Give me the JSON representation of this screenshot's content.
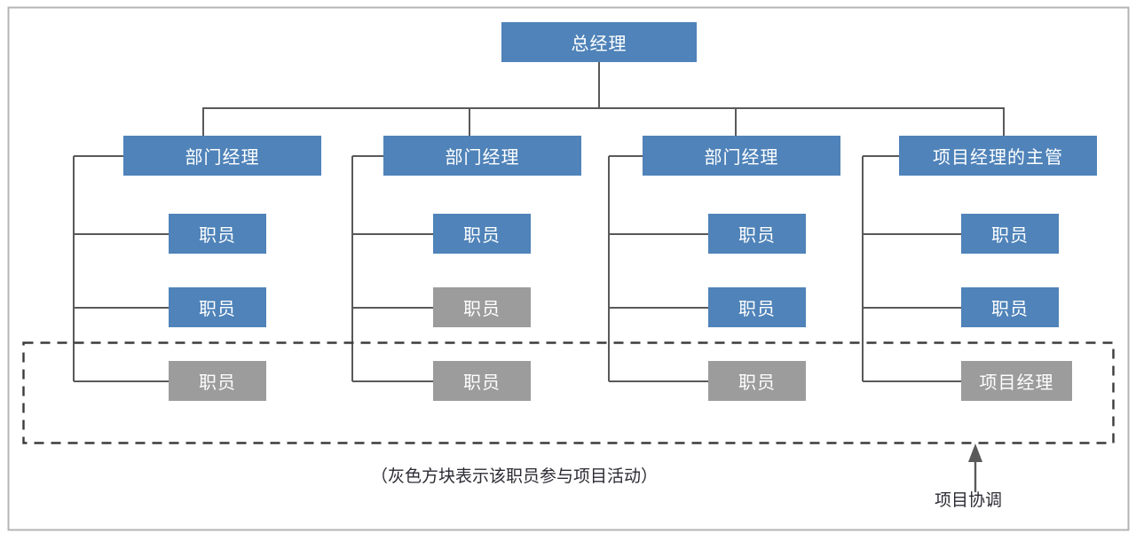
{
  "diagram": {
    "title_node": {
      "label": "总经理",
      "fill": "blue"
    },
    "colors": {
      "blue": "#4f83b9",
      "gray": "#9c9c9c",
      "line": "#595959",
      "frame": "#b4b4b4",
      "dashed": "#3b3b3b",
      "text": "#ffffff",
      "caption_text": "#2b2b33"
    },
    "columns": [
      {
        "manager": {
          "label": "部门经理",
          "fill": "blue"
        },
        "reports": [
          {
            "label": "职员",
            "fill": "blue"
          },
          {
            "label": "职员",
            "fill": "blue"
          },
          {
            "label": "职员",
            "fill": "gray"
          }
        ]
      },
      {
        "manager": {
          "label": "部门经理",
          "fill": "blue"
        },
        "reports": [
          {
            "label": "职员",
            "fill": "blue"
          },
          {
            "label": "职员",
            "fill": "gray"
          },
          {
            "label": "职员",
            "fill": "gray"
          }
        ]
      },
      {
        "manager": {
          "label": "部门经理",
          "fill": "blue"
        },
        "reports": [
          {
            "label": "职员",
            "fill": "blue"
          },
          {
            "label": "职员",
            "fill": "blue"
          },
          {
            "label": "职员",
            "fill": "gray"
          }
        ]
      },
      {
        "manager": {
          "label": "项目经理的主管",
          "fill": "blue"
        },
        "reports": [
          {
            "label": "职员",
            "fill": "blue"
          },
          {
            "label": "职员",
            "fill": "blue"
          },
          {
            "label": "项目经理",
            "fill": "gray"
          }
        ]
      }
    ],
    "caption": "（灰色方块表示该职员参与项目活动）",
    "annotation": {
      "label": "项目协调",
      "arrow": "up-arrow-icon"
    }
  }
}
